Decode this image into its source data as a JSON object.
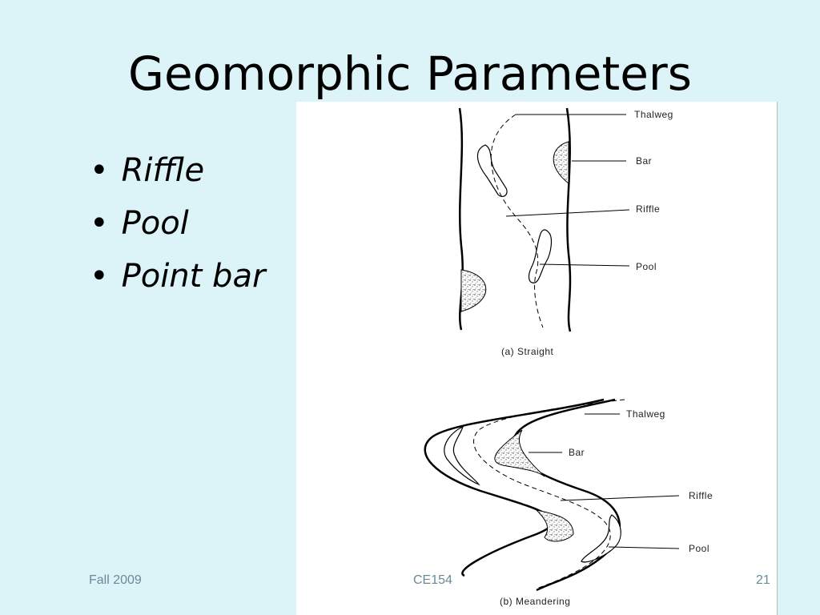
{
  "slide": {
    "title": "Geomorphic Parameters",
    "bullets": [
      "Riffle",
      "Pool",
      "Point bar"
    ]
  },
  "figure": {
    "straight": {
      "labels": [
        "Thalweg",
        "Bar",
        "Riffle",
        "Pool"
      ],
      "caption": "(a)  Straight"
    },
    "meandering": {
      "labels": [
        "Thalweg",
        "Bar",
        "Riffle",
        "Pool"
      ],
      "caption": "(b)  Meandering"
    }
  },
  "footer": {
    "left": "Fall 2009",
    "center": "CE154",
    "right": "21"
  }
}
